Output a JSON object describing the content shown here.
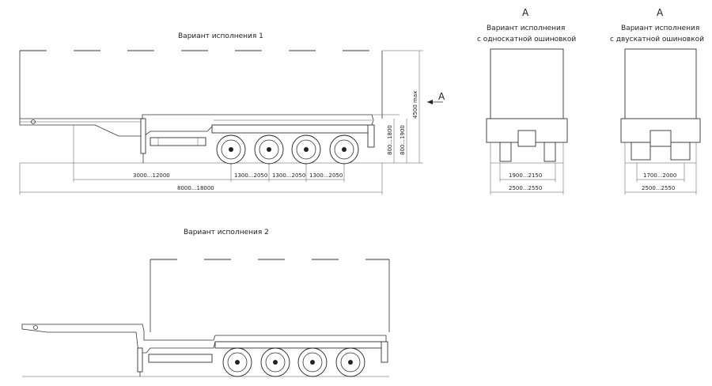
{
  "variant1": {
    "title": "Вариант исполнения 1",
    "height_max": "4500 max",
    "deck_height": "800...1800",
    "fifth_wheel_height": "800...1900",
    "wheelbase": "3000...12000",
    "axle_spacing_1": "1300...2050",
    "axle_spacing_2": "1300...2050",
    "axle_spacing_3": "1300...2050",
    "overall_length": "8000...18000",
    "view_marker": "A"
  },
  "view_single": {
    "letter": "A",
    "title_line1": "Вариант исполнения",
    "title_line2": "с односкатной ошиновкой",
    "track_width": "1900...2150",
    "overall_width": "2500...2550"
  },
  "view_dual": {
    "letter": "A",
    "title_line1": "Вариант исполнения",
    "title_line2": "с двускатной ошиновкой",
    "track_width": "1700...2000",
    "overall_width": "2500...2550"
  },
  "variant2": {
    "title": "Вариант исполнения 2"
  }
}
